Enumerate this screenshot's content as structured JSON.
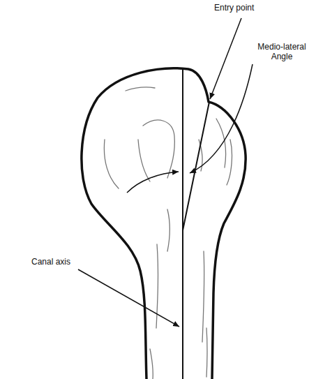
{
  "diagram": {
    "labels": [
      "Entry point",
      "Medio-lateral Angle",
      "Canal axis"
    ]
  }
}
